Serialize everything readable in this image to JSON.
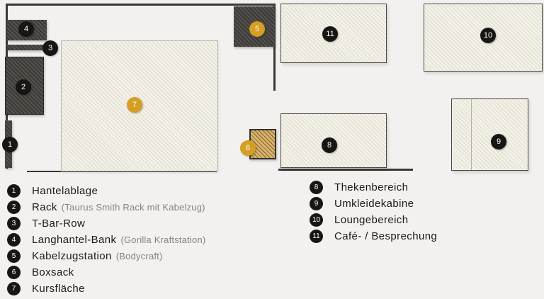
{
  "markers": {
    "m1": "1",
    "m2": "2",
    "m3": "3",
    "m4": "4",
    "m5": "5",
    "m6": "6",
    "m7": "7",
    "m8": "8",
    "m9": "9",
    "m10": "10",
    "m11": "11"
  },
  "legend_left": [
    {
      "num": "1",
      "label": "Hantelablage",
      "sub": ""
    },
    {
      "num": "2",
      "label": "Rack",
      "sub": "(Taurus Smith Rack mit Kabelzug)"
    },
    {
      "num": "3",
      "label": "T-Bar-Row",
      "sub": ""
    },
    {
      "num": "4",
      "label": "Langhantel-Bank",
      "sub": "(Gorilla Kraftstation)"
    },
    {
      "num": "5",
      "label": "Kabelzugstation",
      "sub": "(Bodycraft)"
    },
    {
      "num": "6",
      "label": "Boxsack",
      "sub": ""
    },
    {
      "num": "7",
      "label": "Kursfläche",
      "sub": ""
    }
  ],
  "legend_right": [
    {
      "num": "8",
      "label": "Thekenbereich"
    },
    {
      "num": "9",
      "label": "Umkleidekabine"
    },
    {
      "num": "10",
      "label": "Loungebereich"
    },
    {
      "num": "11",
      "label": "Café- / Besprechung"
    }
  ],
  "colors": {
    "accent": "#d49f23",
    "ink": "#1b1a18"
  }
}
